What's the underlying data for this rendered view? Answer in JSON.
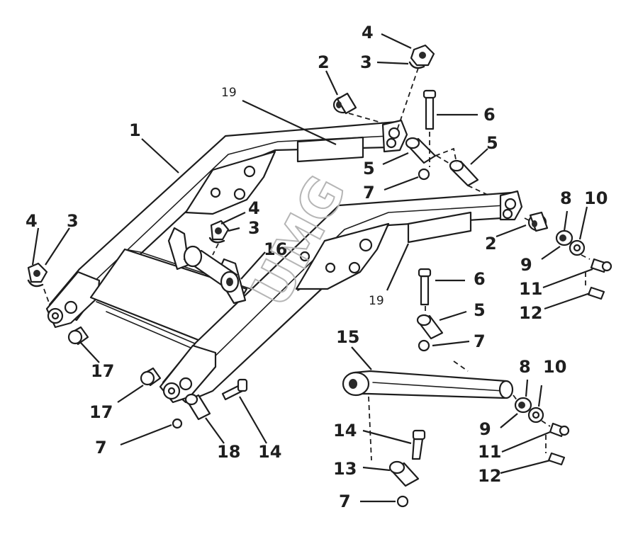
{
  "diagram": {
    "title": "Loader boom arm assembly – exploded parts view",
    "watermark": "UMG",
    "ink_color": "#1d1d1d",
    "paper_color": "#ffffff",
    "callouts": {
      "c1": "1",
      "c2a": "2",
      "c2b": "2",
      "c3a": "3",
      "c3b": "3",
      "c3c": "3",
      "c4a": "4",
      "c4b": "4",
      "c4c": "4",
      "c5a": "5",
      "c5b": "5",
      "c5c": "5",
      "c6a": "6",
      "c6b": "6",
      "c7a": "7",
      "c7b": "7",
      "c7c": "7",
      "c7d": "7",
      "c8a": "8",
      "c8b": "8",
      "c9a": "9",
      "c9b": "9",
      "c10a": "10",
      "c10b": "10",
      "c11a": "11",
      "c11b": "11",
      "c12a": "12",
      "c12b": "12",
      "c13": "13",
      "c14a": "14",
      "c14b": "14",
      "c15": "15",
      "c16": "16",
      "c17a": "17",
      "c17b": "17",
      "c18": "18",
      "c19a": "19",
      "c19b": "19"
    }
  }
}
